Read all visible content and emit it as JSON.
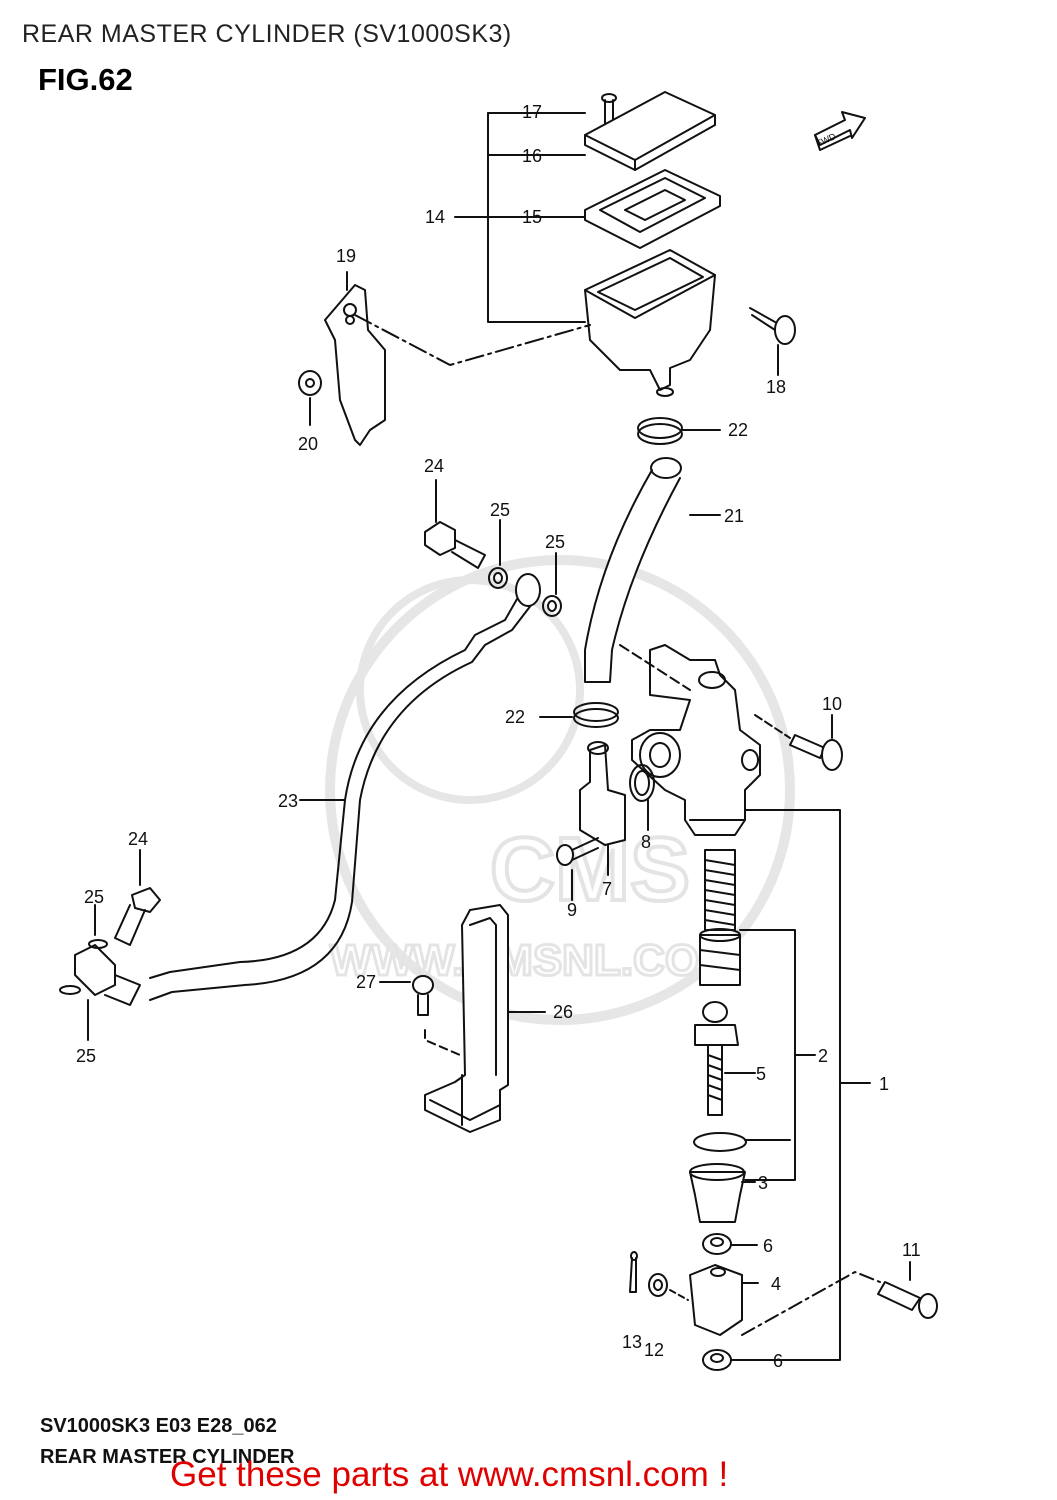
{
  "header": {
    "title": "REAR MASTER CYLINDER (SV1000SK3)",
    "figure": "FIG.62"
  },
  "footer": {
    "model_code": "SV1000SK3 E03 E28_062",
    "caption": "REAR MASTER CYLINDER",
    "promo": "Get these parts at www.cmsnl.com !"
  },
  "watermark": {
    "brand": "CMS",
    "url": "WWW.CMSNL.COM"
  },
  "direction_marker": "FWD",
  "part_labels": [
    "1",
    "2",
    "3",
    "4",
    "5",
    "6",
    "7",
    "8",
    "9",
    "10",
    "11",
    "12",
    "13",
    "14",
    "15",
    "16",
    "17",
    "18",
    "19",
    "20",
    "21",
    "22",
    "23",
    "24",
    "25",
    "26",
    "27"
  ],
  "colors": {
    "line_art": "#111111",
    "promo_text": "#e00000",
    "watermark": "#e4e4e4"
  }
}
